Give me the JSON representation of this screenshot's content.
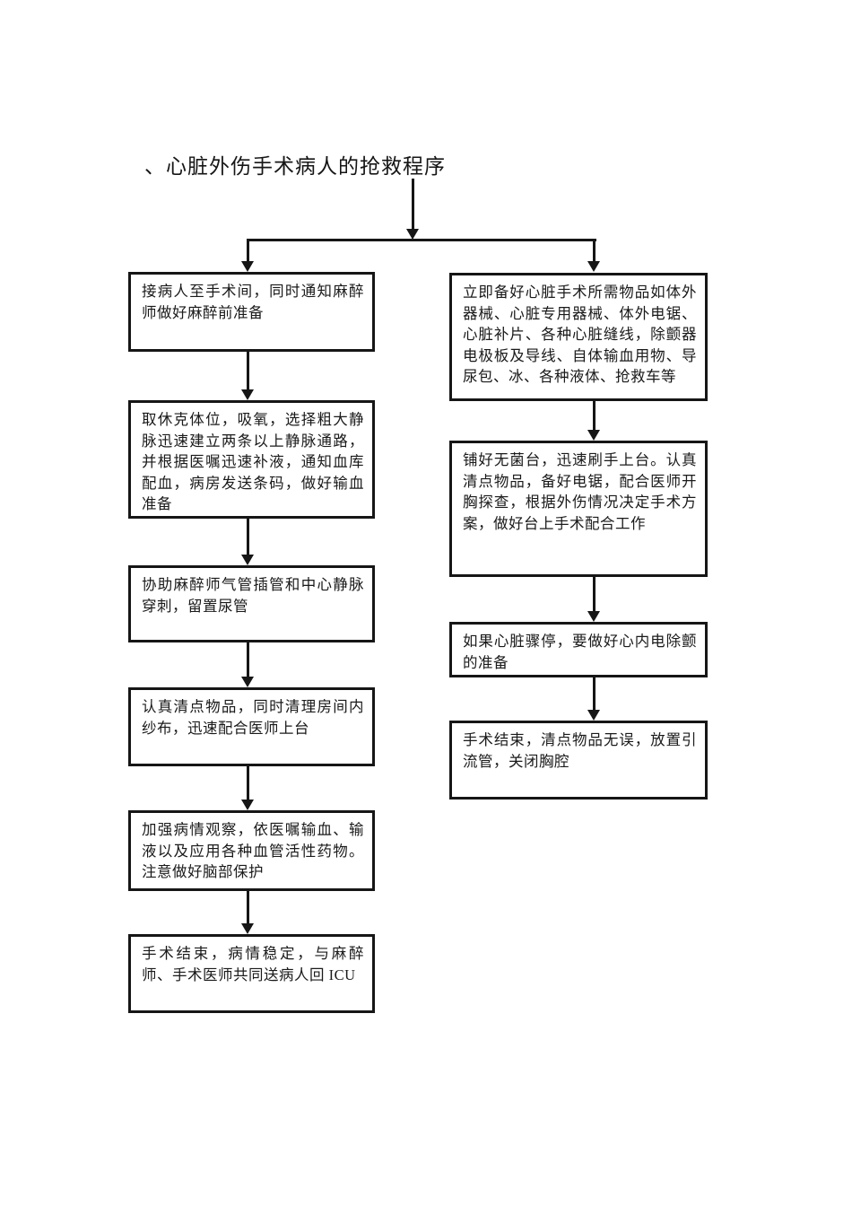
{
  "title": "、心脏外伤手术病人的抢救程序",
  "colors": {
    "ink": "#161616",
    "background": "#ffffff"
  },
  "flow": {
    "left": [
      {
        "text": "接病人至手术间，同时通知麻醉师做好麻醉前准备"
      },
      {
        "text": "取休克体位，吸氧，选择粗大静脉迅速建立两条以上静脉通路，并根据医嘱迅速补液，通知血库配血，病房发送条码，做好输血准备"
      },
      {
        "text": "协助麻醉师气管插管和中心静脉穿刺，留置尿管"
      },
      {
        "text": "认真清点物品，同时清理房间内纱布，迅速配合医师上台"
      },
      {
        "text": "加强病情观察，依医嘱输血、输液以及应用各种血管活性药物。注意做好脑部保护"
      },
      {
        "text": "手术结束，病情稳定，与麻醉师、手术医师共同送病人回 ICU"
      }
    ],
    "right": [
      {
        "text": "立即备好心脏手术所需物品如体外器械、心脏专用器械、体外电锯、心脏补片、各种心脏缝线，除颤器电极板及导线、自体输血用物、导尿包、冰、各种液体、抢救车等"
      },
      {
        "text": "铺好无菌台，迅速刷手上台。认真清点物品，备好电锯，配合医师开胸探查，根据外伤情况决定手术方案，做好台上手术配合工作"
      },
      {
        "text": "如果心脏骤停，要做好心内电除颤的准备"
      },
      {
        "text": "手术结束，清点物品无误，放置引流管，关闭胸腔"
      }
    ]
  }
}
